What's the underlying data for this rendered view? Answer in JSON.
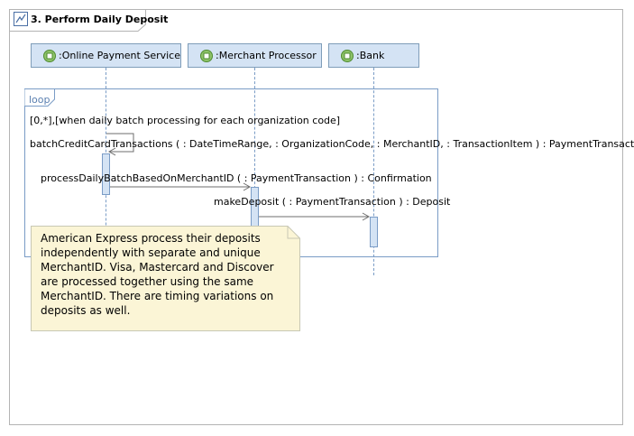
{
  "diagram": {
    "title": "3. Perform Daily Deposit",
    "lifelines": [
      {
        "name": ":Online Payment Service"
      },
      {
        "name": ":Merchant Processor"
      },
      {
        "name": ":Bank"
      }
    ],
    "fragment": {
      "operator": "loop",
      "guard": "[0,*],[when daily batch processing for each organization code]"
    },
    "messages": [
      {
        "text": "batchCreditCardTransactions (  : DateTimeRange,  : OrganizationCode,  : MerchantID,  : TransactionItem ) : PaymentTransaction"
      },
      {
        "text": "processDailyBatchBasedOnMerchantID (  : PaymentTransaction ) : Confirmation"
      },
      {
        "text": "makeDeposit (  : PaymentTransaction ) : Deposit"
      }
    ],
    "note": {
      "text": "American Express process their deposits independently with separate and unique MerchantID. Visa, Mastercard and Discover are processed together using the same MerchantID. There are timing variations on deposits as well."
    }
  },
  "colors": {
    "lifeline_fill": "#d4e3f4",
    "lifeline_border": "#7f9db9",
    "fragment_border": "#7a9cc6",
    "note_fill": "#fbf5d6",
    "note_border": "#c8c8b4"
  }
}
